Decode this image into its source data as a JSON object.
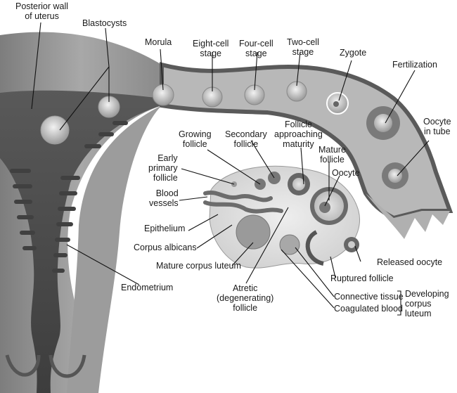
{
  "diagram": {
    "subject": "Ovarian cycle, fertilization and early embryonic development",
    "labels": {
      "posterior_wall": "Posterior wall\nof uterus",
      "blastocysts": "Blastocysts",
      "morula": "Morula",
      "eight_cell": "Eight-cell\nstage",
      "four_cell": "Four-cell\nstage",
      "two_cell": "Two-cell\nstage",
      "zygote": "Zygote",
      "fertilization": "Fertilization",
      "oocyte_in_tube": "Oocyte\nin tube",
      "growing_follicle": "Growing\nfollicle",
      "secondary_follicle": "Secondary\nfollicle",
      "follicle_approaching": "Follicle\napproaching\nmaturity",
      "mature_follicle": "Mature\nfollicle",
      "oocyte": "Oocyte",
      "early_primary": "Early\nprimary\nfollicle",
      "blood_vessels": "Blood\nvessels",
      "epithelium": "Epithelium",
      "corpus_albicans": "Corpus albicans",
      "mature_corpus_luteum": "Mature corpus luteum",
      "endometrium": "Endometrium",
      "atretic": "Atretic\n(degenerating)\nfollicle",
      "released_oocyte": "Released oocyte",
      "ruptured_follicle": "Ruptured follicle",
      "connective_tissue": "Connective tissue",
      "coagulated_blood": "Coagulated blood",
      "developing_corpus_luteum": "Developing\ncorpus\nluteum"
    }
  }
}
